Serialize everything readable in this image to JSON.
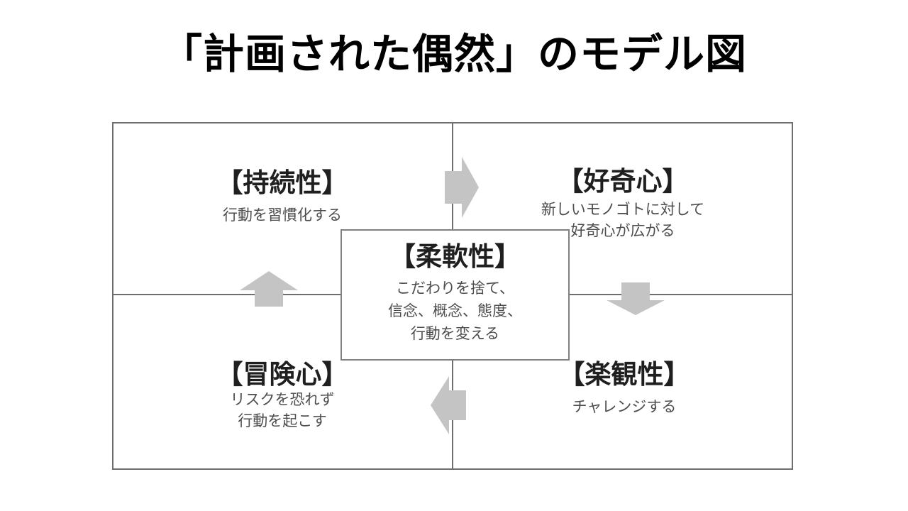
{
  "title": "「計画された偶然」のモデル図",
  "diagram": {
    "quadrants": {
      "top_left": {
        "heading": "【持続性】",
        "line1": "行動を習慣化する"
      },
      "top_right": {
        "heading": "【好奇心】",
        "line1": "新しいモノゴトに対して",
        "line2": "好奇心が広がる"
      },
      "bottom_left": {
        "heading": "【冒険心】",
        "line1": "リスクを恐れず",
        "line2": "行動を起こす"
      },
      "bottom_right": {
        "heading": "【楽観性】",
        "line1": "チャレンジする"
      }
    },
    "center": {
      "heading": "【柔軟性】",
      "line1": "こだわりを捨て、",
      "line2": "信念、概念、態度、",
      "line3": "行動を変える"
    },
    "cycle_arrows": [
      "right",
      "down",
      "left",
      "up"
    ]
  },
  "colors": {
    "title_text": "#000000",
    "heading_text": "#1f1f1f",
    "subtitle_text": "#4d4d4d",
    "line": "#6e6e6e",
    "box_border": "#808080",
    "arrow_fill": "#c4c4c4"
  }
}
